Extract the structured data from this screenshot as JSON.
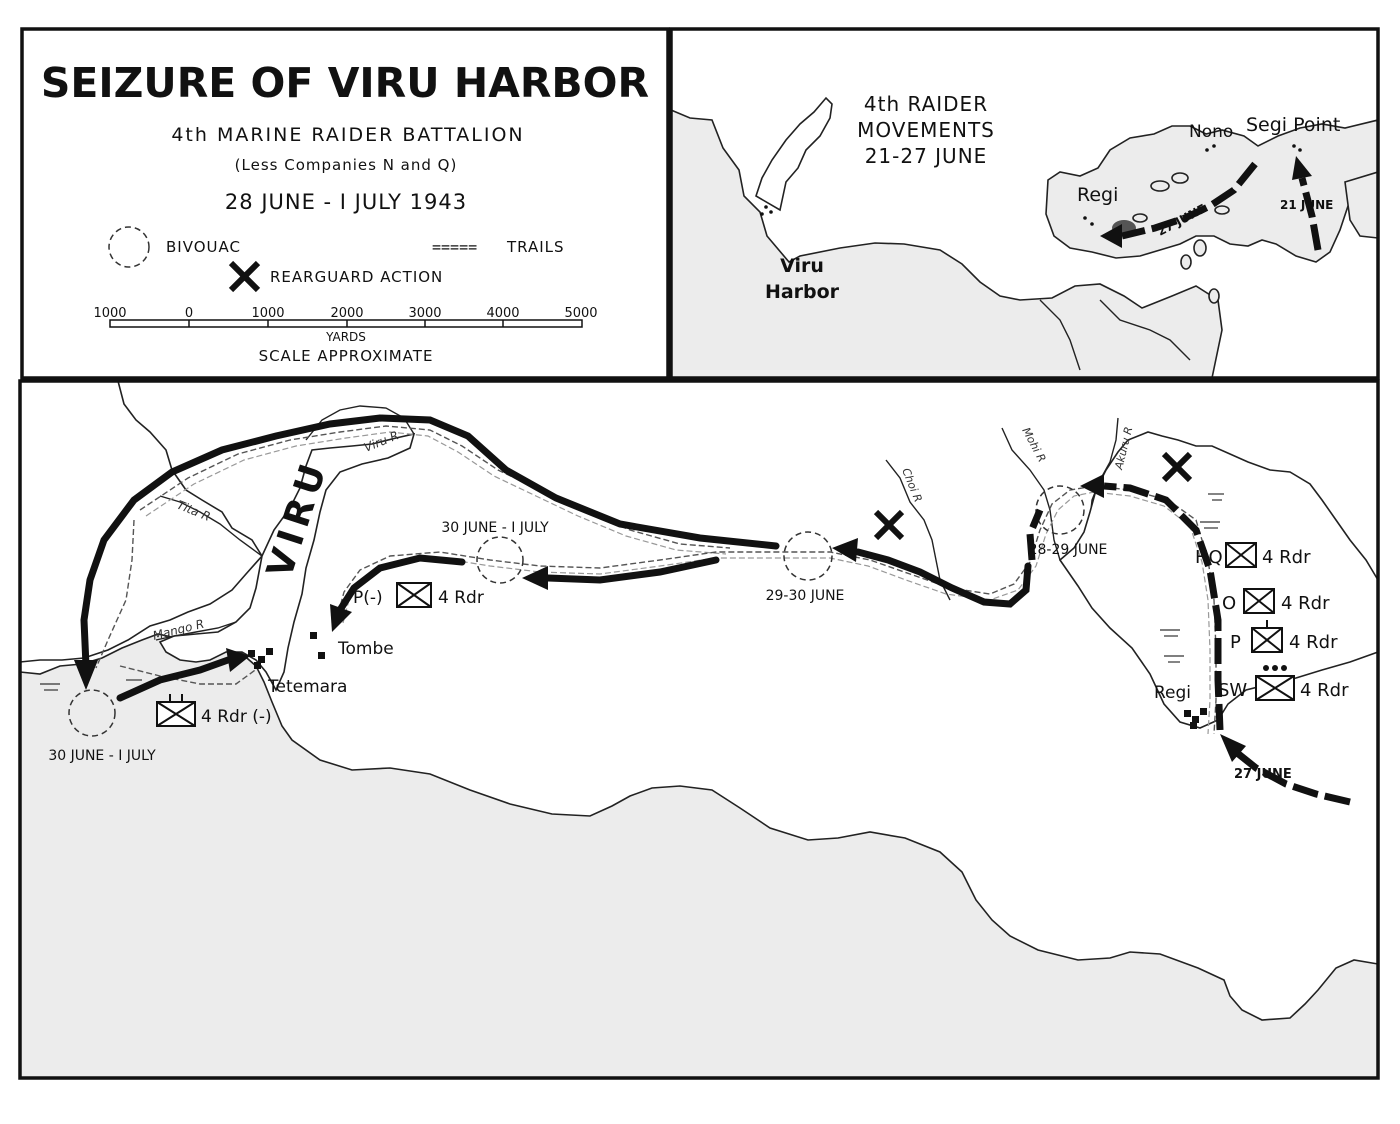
{
  "legend": {
    "title": "SEIZURE OF VIRU HARBOR",
    "unit": "4th MARINE RAIDER BATTALION",
    "unit_note": "(Less Companies N and Q)",
    "dates": "28 JUNE - I JULY 1943",
    "bivouac_label": "BIVOUAC",
    "trails_symbol": "=====",
    "trails_label": "TRAILS",
    "rearguard_label": "REARGUARD ACTION",
    "scale_ticks": [
      "1000",
      "0",
      "1000",
      "2000",
      "3000",
      "4000",
      "5000"
    ],
    "scale_units": "YARDS",
    "scale_note": "SCALE APPROXIMATE"
  },
  "inset": {
    "title_lines": [
      "4th RAIDER",
      "MOVEMENTS",
      "21-27 JUNE"
    ],
    "places": {
      "viru_line1": "Viru",
      "viru_line2": "Harbor",
      "regi": "Regi",
      "nono": "Nono",
      "segi_point": "Segi Point"
    },
    "dates": {
      "d27": "27 JUNE",
      "d21": "21 JUNE"
    }
  },
  "main": {
    "harbor_name": "VIRU",
    "rivers": {
      "viru": "Viru R",
      "tita": "Tita R",
      "mango": "Mango R",
      "choi": "Choi R",
      "mohi": "Mohi R",
      "akuru": "Akuru R"
    },
    "places": {
      "tombe": "Tombe",
      "tetemara": "Tetemara",
      "regi": "Regi"
    },
    "bivouacs": {
      "b1": "30 JUNE - I JULY",
      "b2": "29-30 JUNE",
      "b3": "28-29 JUNE",
      "b4": "30 JUNE - I JULY"
    },
    "date_27": "27 JUNE",
    "units": {
      "hq_prefix": "HQ",
      "hq": "4 Rdr",
      "o_prefix": "O",
      "o": "4 Rdr",
      "p_prefix": "P",
      "p": "4 Rdr",
      "sw_prefix": "SW",
      "sw": "4 Rdr",
      "pminus_prefix": "P(-)",
      "pminus": "4 Rdr",
      "west": "4 Rdr (-)"
    }
  }
}
